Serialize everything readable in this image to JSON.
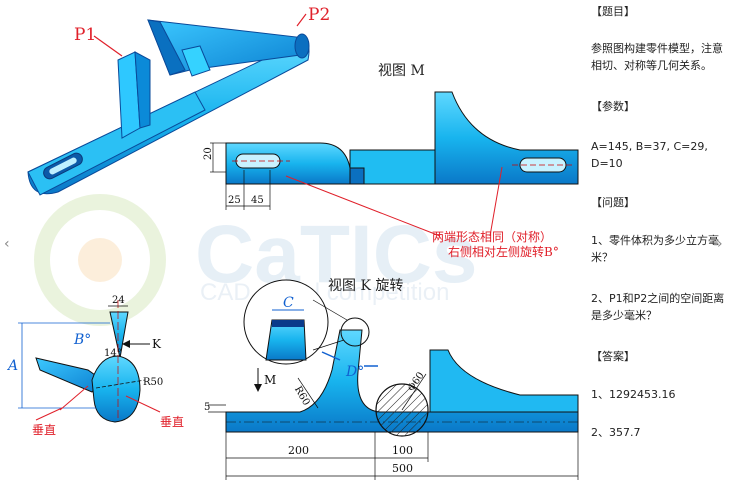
{
  "drawing": {
    "labels": {
      "p1": "P1",
      "p2": "P2",
      "view_m": "视图 M",
      "view_k": "视图 K 旋转",
      "note_line1": "两端形态相同（对称）",
      "note_line2": "右侧相对左侧旋转B°",
      "b_deg": "B°",
      "d_deg": "D°",
      "c": "C",
      "a": "A",
      "k": "K",
      "m": "M",
      "vertical_1": "垂直",
      "vertical_2": "垂直",
      "angle_14": "14°",
      "r50": "R50",
      "r60": "R60",
      "phi60": "Φ60",
      "dim_20": "20",
      "dim_25": "25",
      "dim_45": "45",
      "dim_24": "24",
      "dim_5": "5",
      "dim_200": "200",
      "dim_100": "100",
      "dim_500": "500"
    },
    "watermark": {
      "title": "CaTICs",
      "subtitle": "CAD digital competition"
    }
  },
  "panel": {
    "title_header": "【题目】",
    "title_text": "参照图构建零件模型，注意相切、对称等几何关系。",
    "params_header": "【参数】",
    "params_text": "A=145, B=37, C=29, D=10",
    "question_header": "【问题】",
    "question_1": "1、零件体积为多少立方毫米？",
    "question_2": "2、P1和P2之间的空间距离是多少毫米？",
    "answer_header": "【答案】",
    "answer_1": "1、1292453.16",
    "answer_2": "2、357.7"
  },
  "nav": {
    "prev": "‹",
    "next": "›"
  },
  "colors": {
    "part_blue": "#1ab8f0",
    "part_dark": "#0a4a9a",
    "accent_red": "#e0202a",
    "dim_blue": "#1060d0"
  }
}
